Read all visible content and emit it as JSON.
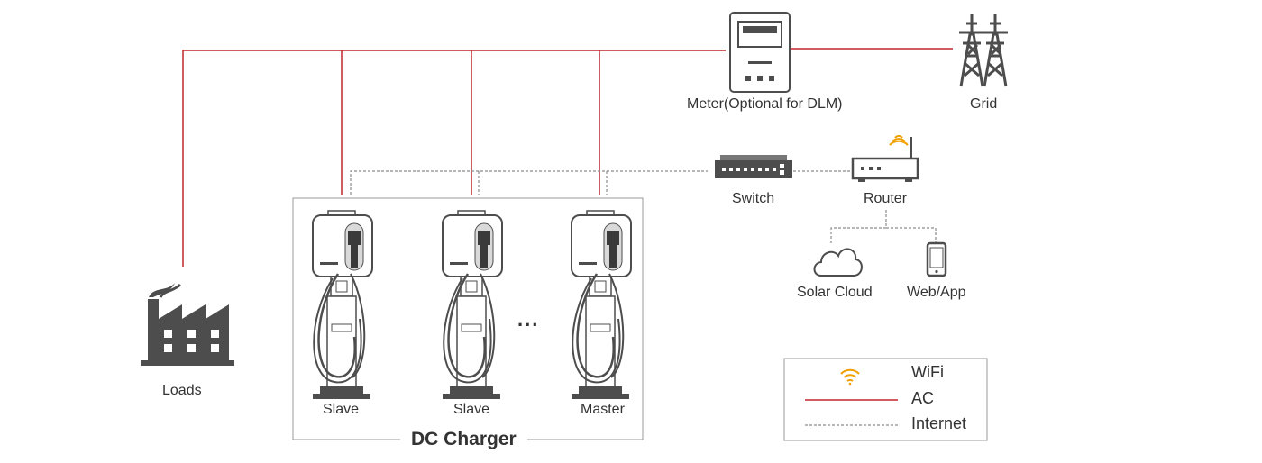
{
  "colors": {
    "ac": "#c1272d",
    "internet": "#8c8c8c",
    "wifi": "#f0a000",
    "device": "#4d4d4d",
    "frame": "#999999"
  },
  "nodes": {
    "meter": {
      "label": "Meter(Optional for DLM)",
      "icon": "meter-icon"
    },
    "grid": {
      "label": "Grid",
      "icon": "power-tower-icon"
    },
    "switch": {
      "label": "Switch",
      "icon": "network-switch-icon"
    },
    "router": {
      "label": "Router",
      "icon": "router-icon"
    },
    "cloud": {
      "label": "Solar Cloud",
      "icon": "cloud-icon"
    },
    "app": {
      "label": "Web/App",
      "icon": "smartphone-icon"
    },
    "loads": {
      "label": "Loads",
      "icon": "factory-icon"
    }
  },
  "charger_group": {
    "title": "DC Charger",
    "ellipsis": "...",
    "chargers": [
      {
        "label": "Slave"
      },
      {
        "label": "Slave"
      },
      {
        "label": "Master"
      }
    ]
  },
  "legend": {
    "items": [
      {
        "label": "WiFi",
        "symbol": "wifi-icon"
      },
      {
        "label": "AC",
        "symbol": "ac-line"
      },
      {
        "label": "Internet",
        "symbol": "internet-line"
      }
    ]
  }
}
